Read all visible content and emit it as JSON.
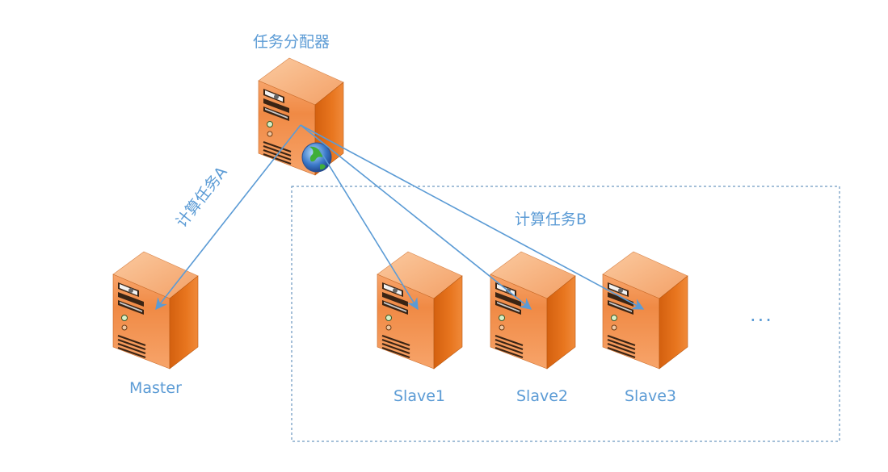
{
  "diagram": {
    "dispatcher": {
      "label": "任务分配器"
    },
    "master": {
      "label": "Master"
    },
    "slaves": [
      {
        "label": "Slave1"
      },
      {
        "label": "Slave2"
      },
      {
        "label": "Slave3"
      }
    ],
    "ellipsis": "...",
    "edges": {
      "task_a": "计算任务A",
      "task_b": "计算任务B"
    },
    "colors": {
      "label_text": "#5b9bd5",
      "arrow": "#5b9bd5",
      "group_border": "#4a7fb0",
      "server_front": "#e86f1c",
      "server_side": "#c65a10",
      "server_top": "#f6a66b"
    }
  }
}
